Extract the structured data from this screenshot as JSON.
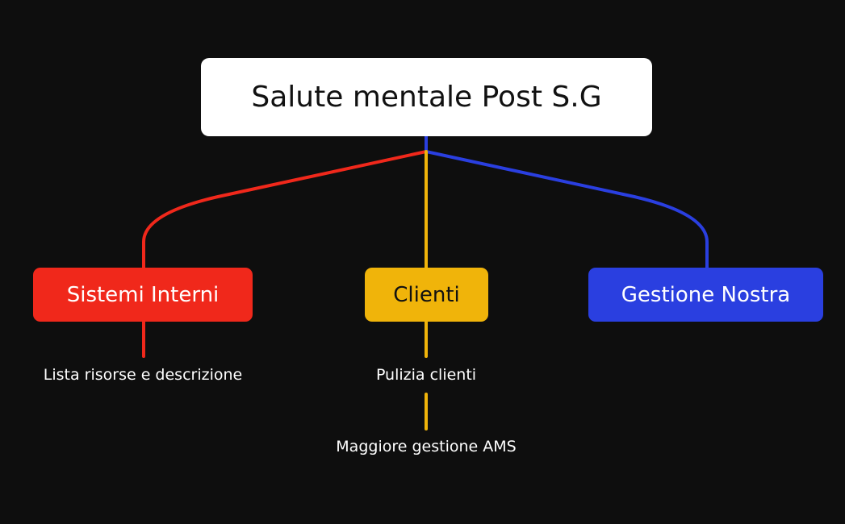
{
  "root": {
    "label": "Salute mentale Post S.G"
  },
  "branches": [
    {
      "label": "Sistemi Interni",
      "color": "#f0281b",
      "children": [
        "Lista risorse e descrizione"
      ]
    },
    {
      "label": "Clienti",
      "color": "#f0b40a",
      "children": [
        "Pulizia clienti",
        "Maggiore gestione AMS"
      ]
    },
    {
      "label": "Gestione Nostra",
      "color": "#2a3fe0",
      "children": []
    }
  ],
  "colors": {
    "background": "#0e0e0e",
    "root_box": "#ffffff"
  }
}
